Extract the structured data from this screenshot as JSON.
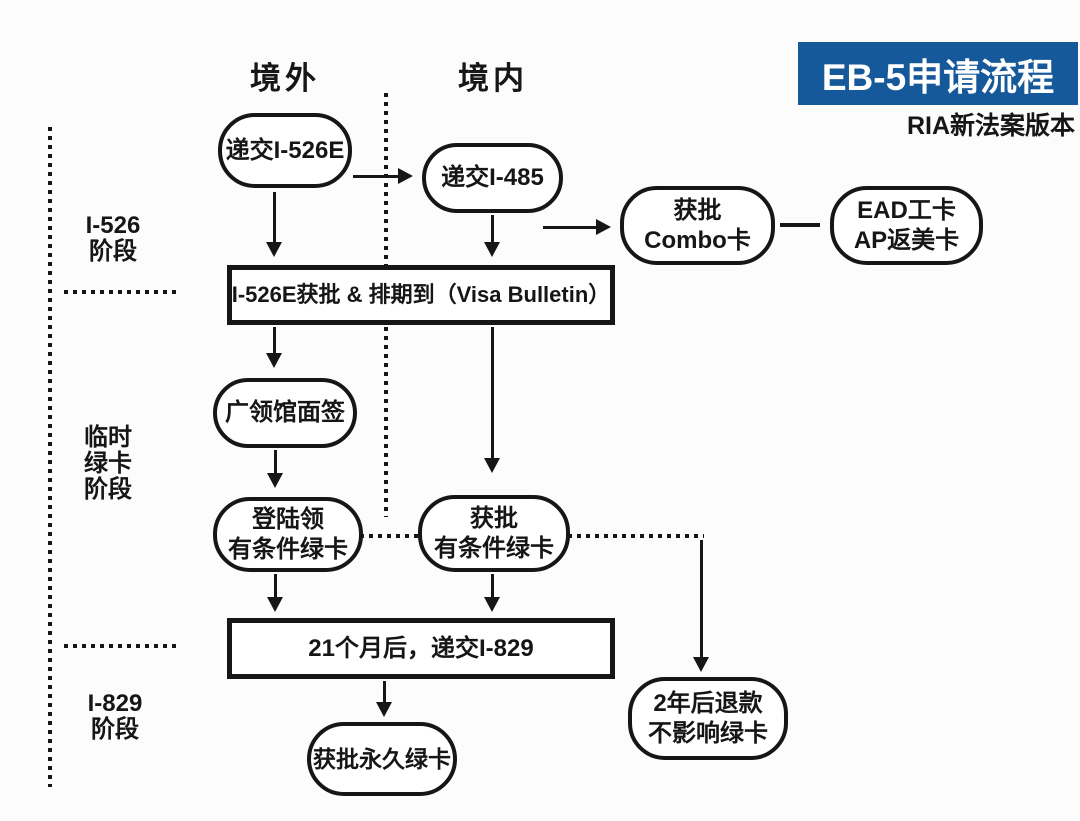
{
  "title": {
    "main": "EB-5申请流程",
    "subtitle": "RIA新法案版本"
  },
  "colors": {
    "accent_blue": "#16599a",
    "ink": "#161616"
  },
  "columns": {
    "overseas": "境外",
    "domestic": "境内"
  },
  "phases": [
    {
      "lines": [
        "I-526",
        "阶段"
      ]
    },
    {
      "lines": [
        "临时",
        "绿卡",
        "阶段"
      ]
    },
    {
      "lines": [
        "I-829",
        "阶段"
      ]
    }
  ],
  "nodes": {
    "submit_i526e": {
      "label": "递交I-526E"
    },
    "submit_i485": {
      "label": "递交I-485"
    },
    "combo_card": {
      "lines": [
        "获批",
        "Combo卡"
      ]
    },
    "ead_card": {
      "lines": [
        "EAD工卡",
        "AP返美卡"
      ]
    },
    "visa_bulletin": {
      "label": "I-526E获批 & 排期到（Visa Bulletin）"
    },
    "consulate_interview": {
      "label": "广领馆面签"
    },
    "landing_conditional_gc": {
      "lines": [
        "登陆领",
        "有条件绿卡"
      ]
    },
    "approved_conditional_gc": {
      "lines": [
        "获批",
        "有条件绿卡"
      ]
    },
    "file_i829": {
      "label": "21个月后，递交I-829"
    },
    "permanent_gc": {
      "label": "获批永久绿卡"
    },
    "refund": {
      "lines": [
        "2年后退款",
        "不影响绿卡"
      ]
    }
  }
}
